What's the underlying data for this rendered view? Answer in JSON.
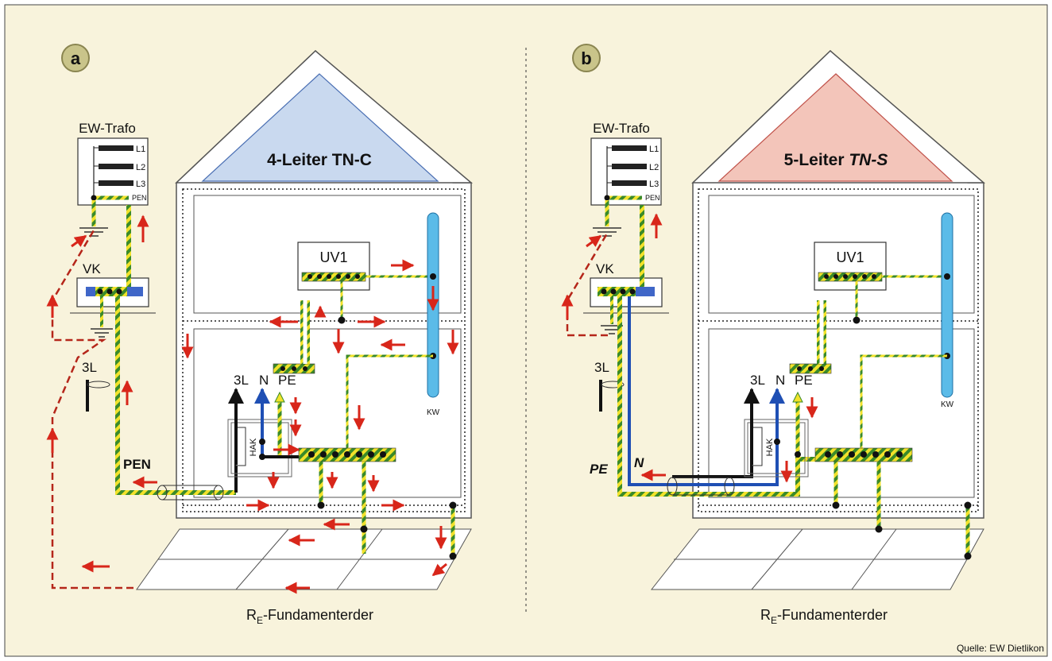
{
  "colors": {
    "background": "#f8f3dc",
    "roof_tn_c": "#c9d9ef",
    "roof_tn_s": "#f3c5ba",
    "pen_green": "#3a8a2a",
    "pen_yellow": "#f2e22a",
    "neutral_blue": "#1f4fb4",
    "water_pipe": "#5bbbe8",
    "current_arrow": "#d8261a",
    "phase_black": "#111111"
  },
  "panel_a": {
    "badge": "a",
    "title": "4-Leiter TN-C",
    "trafo_label": "EW-Trafo",
    "phase_labels": [
      "L1",
      "L2",
      "L3"
    ],
    "pen_label": "PEN",
    "vk_label": "VK",
    "cable_label": "3L",
    "uv_label": "UV1",
    "conductor_labels": [
      "3L",
      "N",
      "PE"
    ],
    "hak_label": "HAK",
    "supply_label": "PEN",
    "kw_label": "KW",
    "earth_label_main": "R",
    "earth_label_sub": "E",
    "earth_label_rest": "-Fundamenterder"
  },
  "panel_b": {
    "badge": "b",
    "title_plain": "5-Leiter ",
    "title_italic": "TN-S",
    "trafo_label": "EW-Trafo",
    "phase_labels": [
      "L1",
      "L2",
      "L3"
    ],
    "pen_label": "PEN",
    "vk_label": "VK",
    "cable_label": "3L",
    "uv_label": "UV1",
    "conductor_labels": [
      "3L",
      "N",
      "PE"
    ],
    "hak_label": "HAK",
    "supply_label_pe": "PE",
    "supply_label_n": "N",
    "kw_label": "KW",
    "earth_label_main": "R",
    "earth_label_sub": "E",
    "earth_label_rest": "-Fundamenterder"
  },
  "source": "Quelle: EW Dietlikon"
}
